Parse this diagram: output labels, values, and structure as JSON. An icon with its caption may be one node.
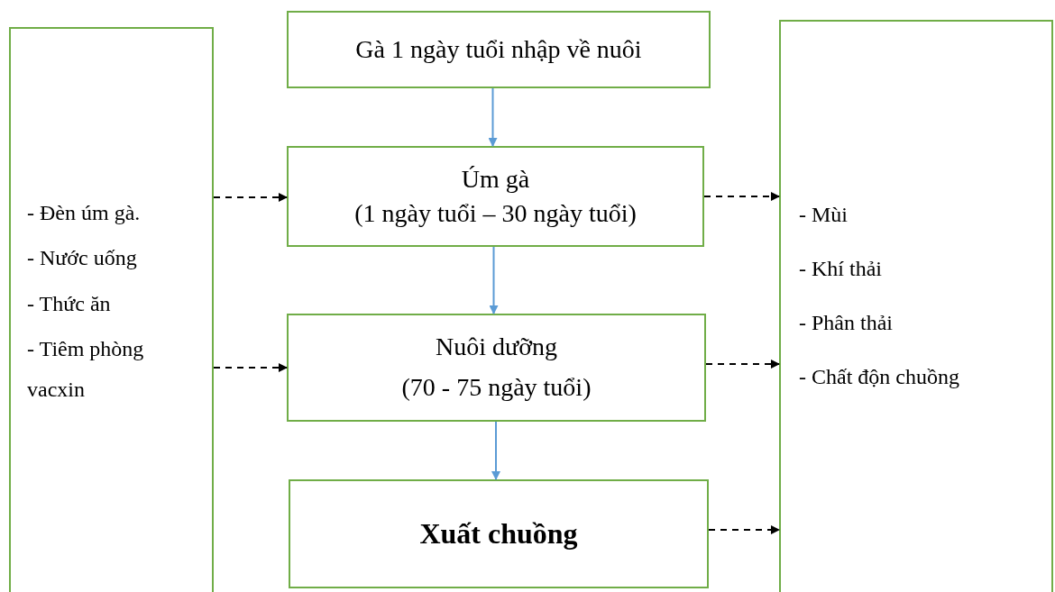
{
  "diagram": {
    "nodes": [
      {
        "text": [
          "- Đèn úm gà.",
          "- Nước uống",
          "- Thức ăn",
          "- Tiêm phòng vacxin"
        ]
      },
      {
        "text": [
          "Gà 1 ngày tuổi nhập về nuôi"
        ]
      },
      {
        "text": [
          "Úm gà",
          "(1 ngày tuổi – 30 ngày tuổi)"
        ]
      },
      {
        "text": [
          "Nuôi dưỡng",
          "(70 - 75 ngày tuổi)"
        ]
      },
      {
        "text": [
          "Xuất chuồng"
        ]
      },
      {
        "text": [
          "- Mùi",
          "- Khí thải",
          "- Phân thải",
          "- Chất độn chuồng"
        ]
      }
    ],
    "edges": [
      {
        "from": 1,
        "to": 2,
        "arrow": "to",
        "color": "#5b9bd5"
      },
      {
        "from": 2,
        "to": 3,
        "arrow": "to",
        "color": "#5b9bd5"
      },
      {
        "from": 3,
        "to": 4,
        "arrow": "to",
        "color": "#5b9bd5"
      },
      {
        "from": 0,
        "to": 2,
        "arrow": "to",
        "style": "dashed"
      },
      {
        "from": 0,
        "to": 3,
        "arrow": "to",
        "style": "dashed"
      },
      {
        "from": 2,
        "to": 5,
        "arrow": "to",
        "style": "dashed"
      },
      {
        "from": 3,
        "to": 5,
        "arrow": "to",
        "style": "dashed"
      },
      {
        "from": 4,
        "to": 5,
        "arrow": "to",
        "style": "dashed"
      }
    ]
  }
}
